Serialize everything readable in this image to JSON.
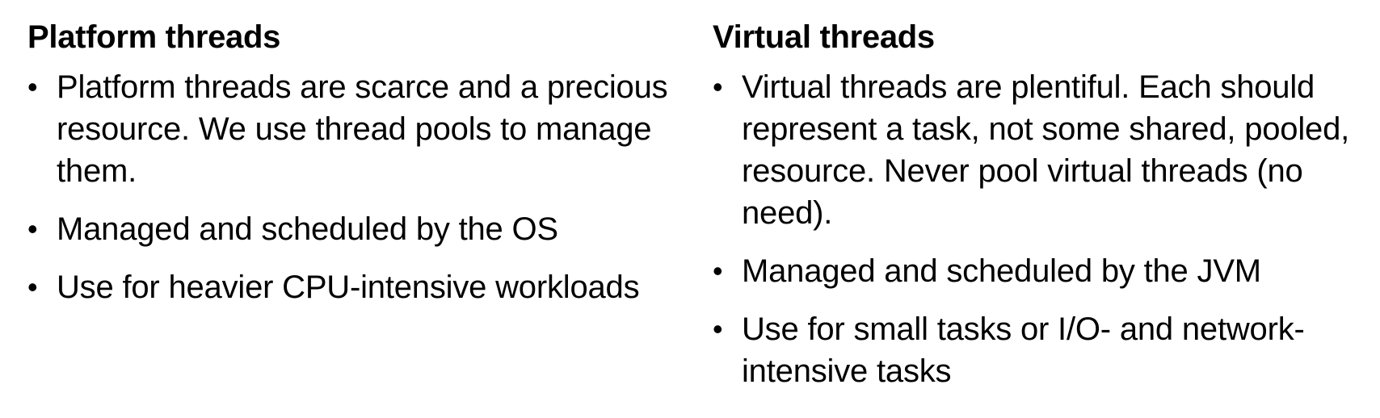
{
  "left": {
    "heading": "Platform threads",
    "items": [
      "Platform threads are scarce and a precious resource. We use thread pools to manage them.",
      "Managed and scheduled by the OS",
      "Use for heavier CPU-intensive workloads"
    ]
  },
  "right": {
    "heading": "Virtual threads",
    "items": [
      "Virtual threads are plentiful. Each should represent a task, not some shared, pooled, resource. Never pool virtual threads (no need).",
      "Managed and scheduled by the JVM",
      "Use for small tasks or I/O- and network-intensive tasks"
    ]
  },
  "bullet_glyph": "•"
}
